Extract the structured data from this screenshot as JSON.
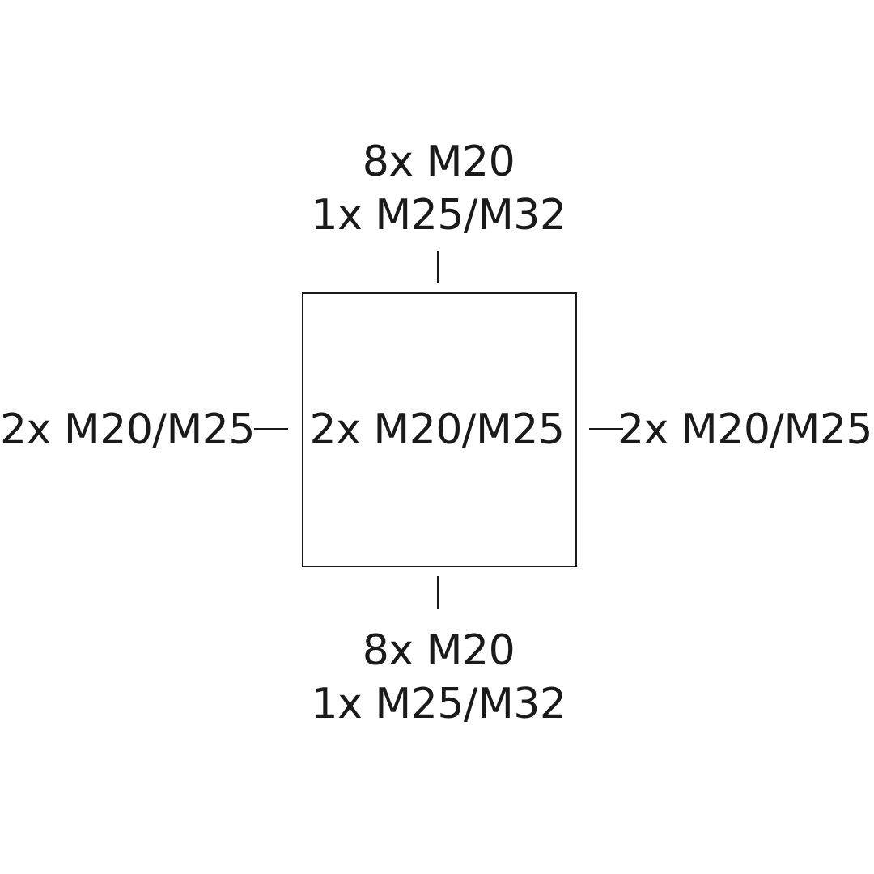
{
  "top": {
    "line1": "8x M20",
    "line2": "1x M25/M32"
  },
  "bottom": {
    "line1": "8x M20",
    "line2": "1x M25/M32"
  },
  "left": {
    "label": "2x M20/M25"
  },
  "right": {
    "label": "2x M20/M25"
  },
  "center": {
    "label": "2x M20/M25"
  },
  "colors": {
    "stroke": "#1a1a1a",
    "background": "#ffffff"
  }
}
